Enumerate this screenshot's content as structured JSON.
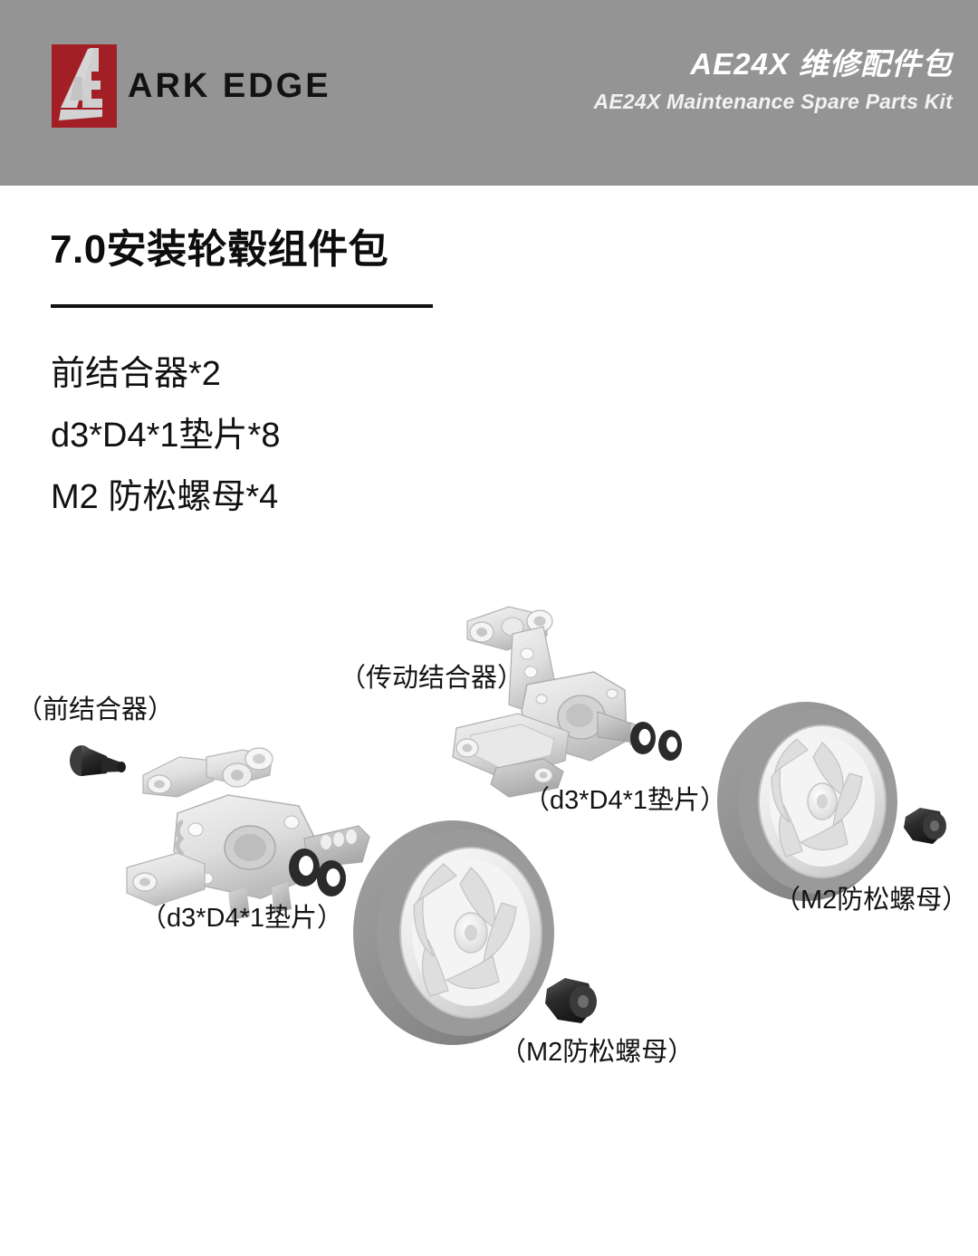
{
  "header": {
    "brand_name": "ARK EDGE",
    "logo_icon": "ark-edge-logo-icon",
    "kit_title_cn": "AE24X 维修配件包",
    "kit_title_en": "AE24X Maintenance Spare Parts Kit",
    "bar_color": "#949494",
    "logo_red": "#a31f26"
  },
  "section": {
    "title": "7.0安装轮毂组件包",
    "parts": [
      "前结合器*2",
      "d3*D4*1垫片*8",
      "M2 防松螺母*4"
    ]
  },
  "diagram": {
    "labels": {
      "front_coupler": "（前结合器）",
      "drive_coupler": "（传动结合器）",
      "washer_left": "（d3*D4*1垫片）",
      "washer_right": "（d3*D4*1垫片）",
      "locknut_bottom": "（M2防松螺母）",
      "locknut_right": "（M2防松螺母）"
    },
    "colors": {
      "tire": "#8f8f8f",
      "rim": "#ededed",
      "part_body": "#e2e2e2",
      "part_shadow": "#b9b9b9",
      "hardware_black": "#2e2e2e"
    }
  }
}
